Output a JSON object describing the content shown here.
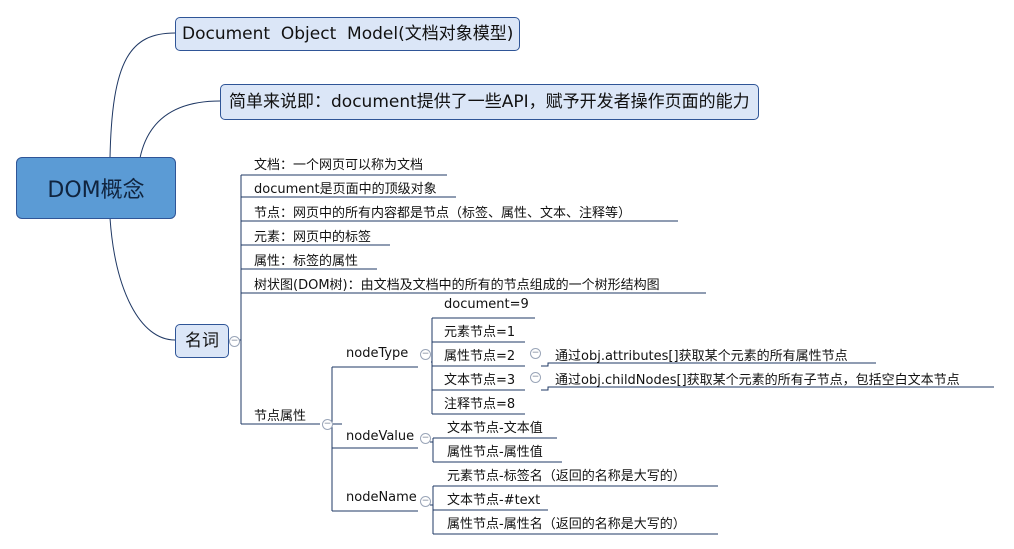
{
  "root": {
    "label": "DOM概念"
  },
  "topics": {
    "definition": "Document  Object  Model(文档对象模型)",
    "summary": "简单来说即：document提供了一些API，赋予开发者操作页面的能力",
    "terms": "名词"
  },
  "terms": {
    "items": [
      "文档：一个网页可以称为文档",
      "document是页面中的顶级对象",
      "节点：网页中的所有内容都是节点（标签、属性、文本、注释等）",
      "元素：网页中的标签",
      "属性：标签的属性",
      "树状图(DOM树)：由文档及文档中的所有的节点组成的一个树形结构图"
    ],
    "node_props": "节点属性"
  },
  "nodeType": {
    "label": "nodeType",
    "items": [
      "document=9",
      "元素节点=1",
      "属性节点=2",
      "文本节点=3",
      "注释节点=8"
    ],
    "attr_note": "通过obj.attributes[]获取某个元素的所有属性节点",
    "text_note": "通过obj.childNodes[]获取某个元素的所有子节点，包括空白文本节点"
  },
  "nodeValue": {
    "label": "nodeValue",
    "items": [
      "文本节点-文本值",
      "属性节点-属性值"
    ]
  },
  "nodeName": {
    "label": "nodeName",
    "items": [
      "元素节点-标签名（返回的名称是大写的）",
      "文本节点-#text",
      "属性节点-属性名（返回的名称是大写的）"
    ]
  }
}
